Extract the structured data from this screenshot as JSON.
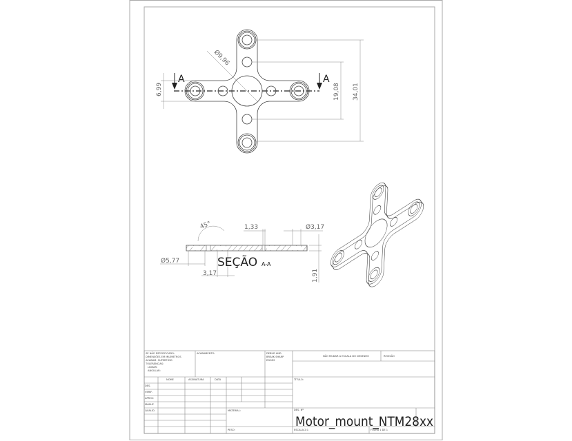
{
  "drawing": {
    "top_view": {
      "section_marker": "A",
      "dim_center_hole": "Ø9,96",
      "dim_arm_width": "6,99",
      "dim_inner_holes": "19,08",
      "dim_outer_holes": "34,01"
    },
    "section_view": {
      "title": "SEÇÃO",
      "title_suffix": "A-A",
      "dim_angle": "45°",
      "dim_step": "1,33",
      "dim_hole": "Ø3,17",
      "dim_counterbore": "Ø5,77",
      "dim_offset": "3,17",
      "dim_thickness": "1,91"
    }
  },
  "title_block": {
    "general_notes": [
      "SE NÃO ESPECIFICADO:",
      "DIMENSÕES EM MILÍMETROS",
      "ACABAM. SUPERFÍCIE:",
      "TOLERÂNCIAS:",
      "LINEAR:",
      "ANGULAR:"
    ],
    "finish_label": "ACABAMENTO:",
    "debur_note": [
      "DEBUR AND",
      "BREAK SHARP",
      "EDGES"
    ],
    "scale_note": "NÃO MUDAR A ESCALA DO DESENHO",
    "revision_label": "REVISÃO",
    "col_headers": [
      "NOME",
      "ASSINATURA",
      "DATA"
    ],
    "row_labels": [
      "DES.",
      "VERIF.",
      "APROV.",
      "MANUF.",
      "QUALID."
    ],
    "title_label": "TÍTULO:",
    "material_label": "MATERIAL:",
    "drawing_no_label": "DES. Nº",
    "drawing_no": "Motor_mount_NTM28xx",
    "weight_label": "PESO:",
    "scale_label": "ESCALA:2:1",
    "sheet_label": "FOLHA 1 DE 1"
  }
}
